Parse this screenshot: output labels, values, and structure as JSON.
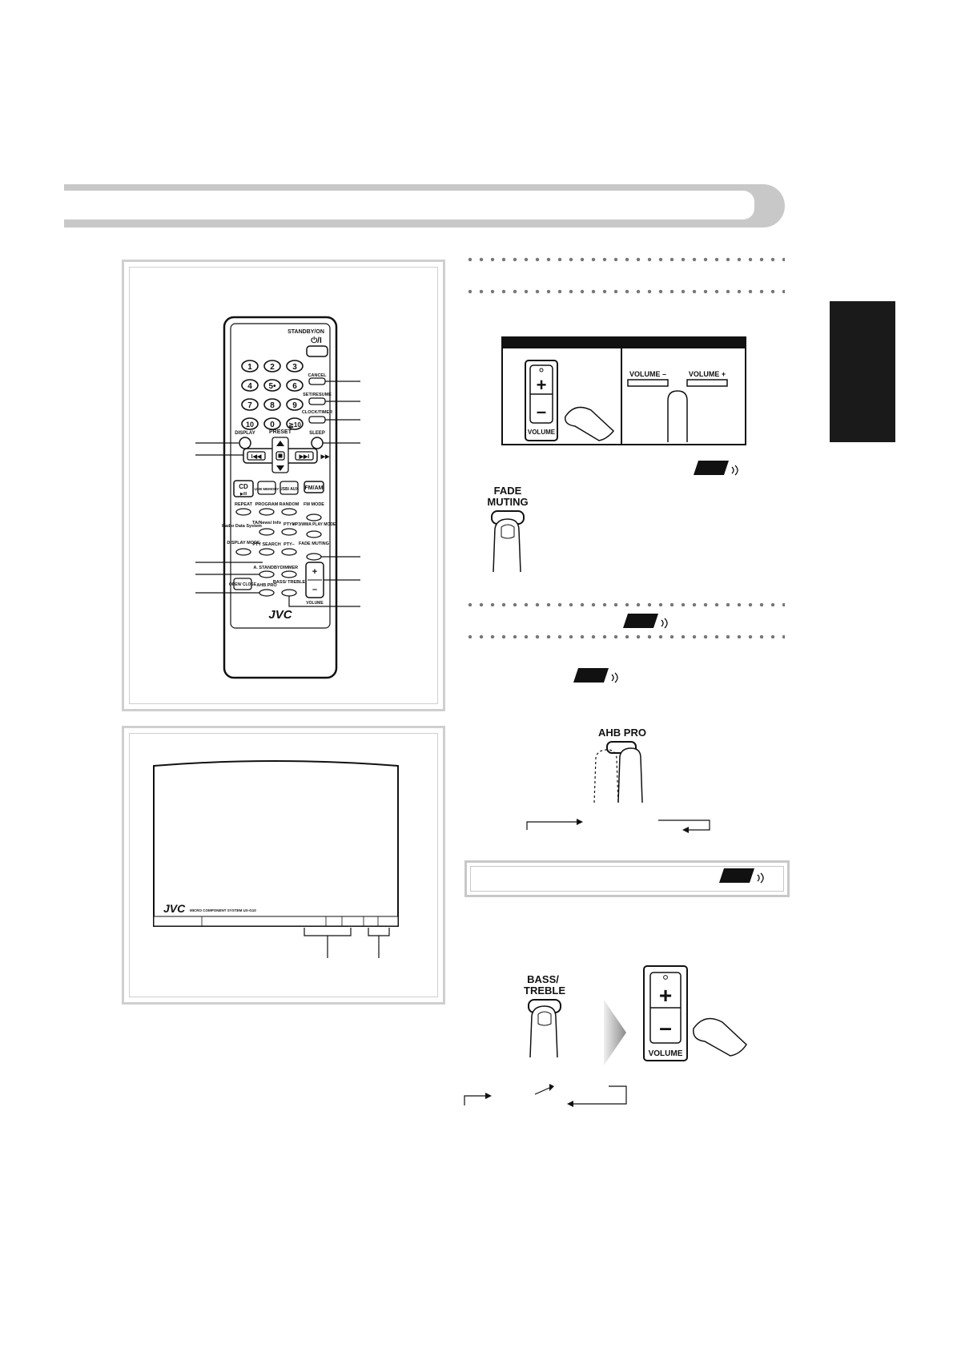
{
  "remote": {
    "standby_label": "STANDBY/ON",
    "standby_symbol": "⏻/I",
    "numbers": [
      "1",
      "2",
      "3",
      "4",
      "5•",
      "6",
      "7",
      "8",
      "9",
      "10",
      "0",
      "≧10"
    ],
    "cancel": "CANCEL",
    "set_resume": "SET/RESUME",
    "clock_timer": "CLOCK/TIMER",
    "display": "DISPLAY",
    "preset": "PRESET",
    "sleep": "SLEEP",
    "cd": "CD",
    "cd_sub": "▶/II",
    "usb_memory": "USB MEMORY",
    "usb_aux": "USB/ AUX",
    "fm_am": "FM/AM",
    "repeat": "REPEAT",
    "program": "PROGRAM",
    "random": "RANDOM",
    "fm_mode": "FM MODE",
    "radio_data": "Radio Data System",
    "ta_news": "TA/News/ Info",
    "pty_plus": "PTY+",
    "mp3_wma": "MP3/WMA PLAY MODE",
    "display_mode": "DISPLAY MODE",
    "pty_search": "PTY SEARCH",
    "pty_minus": "PTY–",
    "fade_muting": "FADE MUTING",
    "a_standby": "A. STANDBY",
    "dimmer": "DIMMER",
    "open_close": "OPEN/ CLOSE",
    "ahb_pro": "AHB PRO",
    "bass_treble": "BASS/ TREBLE",
    "volume": "VOLUME",
    "brand": "JVC"
  },
  "unit": {
    "brand": "JVC",
    "model_text": "MICRO COMPONENT SYSTEM UX-G10"
  },
  "volume_box": {
    "volume_label": "VOLUME",
    "volume_minus": "VOLUME –",
    "volume_plus": "VOLUME +"
  },
  "fade_muting": {
    "label": "FADE MUTING"
  },
  "ahb": {
    "label": "AHB PRO"
  },
  "bass_treble": {
    "label": "BASS/ TREBLE",
    "volume_label": "VOLUME"
  }
}
